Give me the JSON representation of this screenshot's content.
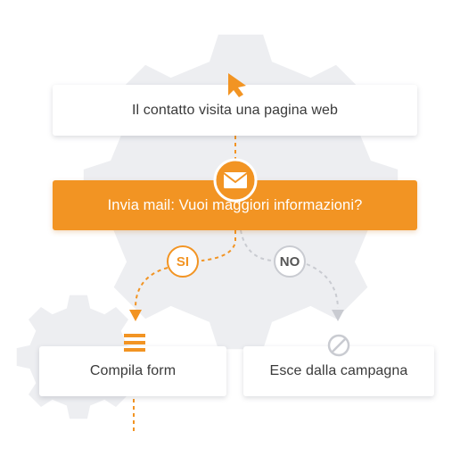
{
  "colors": {
    "accent": "#f29423",
    "gear": "#edeef1",
    "muted": "#c9cbd1",
    "text": "#3a3a3a"
  },
  "nodes": {
    "visit": "Il contatto visita una pagina web",
    "mail": "Invia mail: Vuoi maggiori informazioni?",
    "form": "Compila form",
    "exit": "Esce dalla campagna"
  },
  "branches": {
    "yes": "SI",
    "no": "NO"
  },
  "icons": {
    "visit": "cursor-arrow-icon",
    "mail": "envelope-icon",
    "form": "form-lines-icon",
    "exit": "no-entry-icon"
  }
}
